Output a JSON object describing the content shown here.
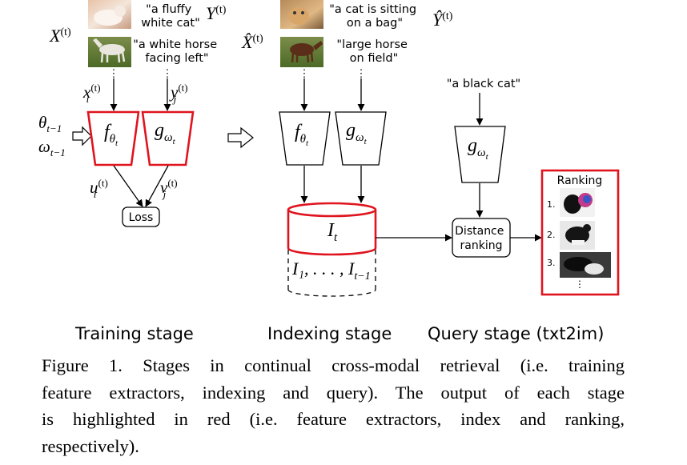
{
  "figure": {
    "training": {
      "set_label": "X",
      "set_sup": "(t)",
      "text_set_label": "Y",
      "text_set_sup": "(t)",
      "image_caption_1": "\"a fluffy\nwhite cat\"",
      "image_caption_2": "\"a white horse\nfacing left\"",
      "dots": "⋮",
      "x_input": "x",
      "x_input_sub": "i",
      "y_input": "y",
      "y_input_sub": "j",
      "input_sup": "(t)",
      "theta_prev": "θ",
      "omega_prev": "ω",
      "prev_sub": "t−1",
      "f_label": "f",
      "f_sub": "θ",
      "g_label": "g",
      "g_sub": "ω",
      "t_sub": "t",
      "u_output": "u",
      "u_output_sub": "i",
      "v_output": "v",
      "v_output_sub": "j",
      "output_sup": "(t)",
      "loss_label": "Loss"
    },
    "indexing": {
      "set_label": "X̂",
      "set_sup": "(t)",
      "text_set_label": "Ŷ",
      "text_set_sup": "(t)",
      "image_caption_1": "\"a cat is sitting\non a bag\"",
      "image_caption_2": "\"large horse\non field\"",
      "index_current": "I",
      "index_current_sub": "t",
      "index_previous": "I₁, . . . , I",
      "index_previous_sub": "t−1"
    },
    "query": {
      "query_text": "\"a black cat\"",
      "distance_label": "Distance\nranking",
      "ranking_title": "Ranking",
      "ranks": [
        "1.",
        "2.",
        "3."
      ],
      "dots": "⋮"
    },
    "highlight_color": "#e0141e"
  },
  "stage_labels": {
    "training": "Training stage",
    "indexing": "Indexing stage",
    "query": "Query stage (txt2im)"
  },
  "caption_lines": [
    "Figure 1. Stages in continual cross-modal retrieval (i.e.  training",
    "feature extractors, indexing and query). The output of each stage",
    "is highlighted in red (i.e.  feature extractors, index and ranking,",
    "respectively)."
  ]
}
